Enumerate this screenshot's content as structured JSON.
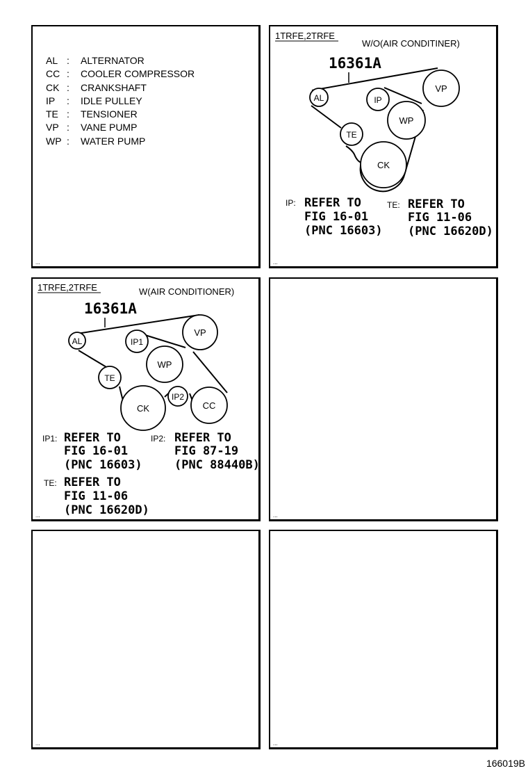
{
  "legend": [
    {
      "code": "AL",
      "sep": ":",
      "name": "ALTERNATOR"
    },
    {
      "code": "CC",
      "sep": ":",
      "name": "COOLER COMPRESSOR"
    },
    {
      "code": "CK",
      "sep": ":",
      "name": "CRANKSHAFT"
    },
    {
      "code": "IP",
      "sep": ":",
      "name": "IDLE PULLEY"
    },
    {
      "code": "TE",
      "sep": ":",
      "name": "TENSIONER"
    },
    {
      "code": "VP",
      "sep": ":",
      "name": "VANE PUMP"
    },
    {
      "code": "WP",
      "sep": ":",
      "name": "WATER PUMP"
    }
  ],
  "panel_corner_mark": "...",
  "diagram_wo_ac": {
    "model": "1TRFE,2TRFE",
    "variant": "W/O(AIR CONDITINER)",
    "part_number": "16361A",
    "pulleys": {
      "al": "AL",
      "ip": "IP",
      "vp": "VP",
      "wp": "WP",
      "te": "TE",
      "ck": "CK"
    },
    "ref_ip": {
      "key": "IP:",
      "l1": "REFER TO",
      "l2": "FIG 16-01",
      "l3": "(PNC 16603)"
    },
    "ref_te": {
      "key": "TE:",
      "l1": "REFER TO",
      "l2": "FIG 11-06",
      "l3": "(PNC 16620D)"
    }
  },
  "diagram_w_ac": {
    "model": "1TRFE,2TRFE",
    "variant": "W(AIR CONDITIONER)",
    "part_number": "16361A",
    "pulleys": {
      "al": "AL",
      "ip1": "IP1",
      "vp": "VP",
      "wp": "WP",
      "te": "TE",
      "ck": "CK",
      "ip2": "IP2",
      "cc": "CC"
    },
    "ref_ip1": {
      "key": "IP1:",
      "l1": "REFER TO",
      "l2": "FIG 16-01",
      "l3": "(PNC 16603)"
    },
    "ref_ip2": {
      "key": "IP2:",
      "l1": "REFER TO",
      "l2": "FIG 87-19",
      "l3": "(PNC 88440B)"
    },
    "ref_te": {
      "key": "TE:",
      "l1": "REFER TO",
      "l2": "FIG 11-06",
      "l3": "(PNC 16620D)"
    }
  },
  "figure_code": "166019B"
}
